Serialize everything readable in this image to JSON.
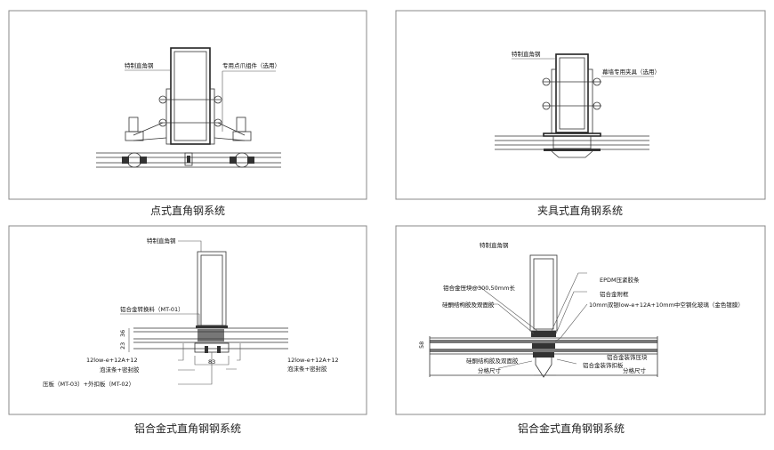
{
  "panels": [
    {
      "caption": "点式直角钢系统",
      "labels": {
        "steel": "特制直角钢",
        "claw": "专用点爪组件（选用）"
      }
    },
    {
      "caption": "夹具式直角钢系统",
      "labels": {
        "steel": "特制直角钢",
        "clamp": "幕墙专用夹具（选用）"
      }
    },
    {
      "caption": "铝合金式直角钢钢系统",
      "labels": {
        "steel": "特制直角钢",
        "adapter": "铝合金转换料（MT-01）",
        "glass_left": "12low-e+12A+12",
        "glass_right": "12low-e+12A+12",
        "foam_left": "泡沫条+密封胶",
        "foam_right": "泡沫条+密封胶",
        "plate": "压板（MT-03）+外扣板（MT-02）",
        "dim1": "36",
        "dim2": "23",
        "dim3": "83"
      }
    },
    {
      "caption": "铝合金式直角钢钢系统",
      "labels": {
        "steel": "特制直角钢",
        "epdm": "EPDM压紧胶条",
        "block": "铝合金压块@300,50mm长",
        "frame": "铝合金附框",
        "sil_top": "硅酮结构胶及双面胶",
        "glass": "10mm双银low-e+12A+10mm中空钢化玻璃（金色镀膜）",
        "sil_bot": "硅酮结构胶及双面胶",
        "deco_block": "铝合金装饰压块",
        "deco_cover": "铝合金装饰扣板",
        "grid_left": "分格尺寸",
        "grid_right": "分格尺寸",
        "dim": "58"
      }
    }
  ]
}
